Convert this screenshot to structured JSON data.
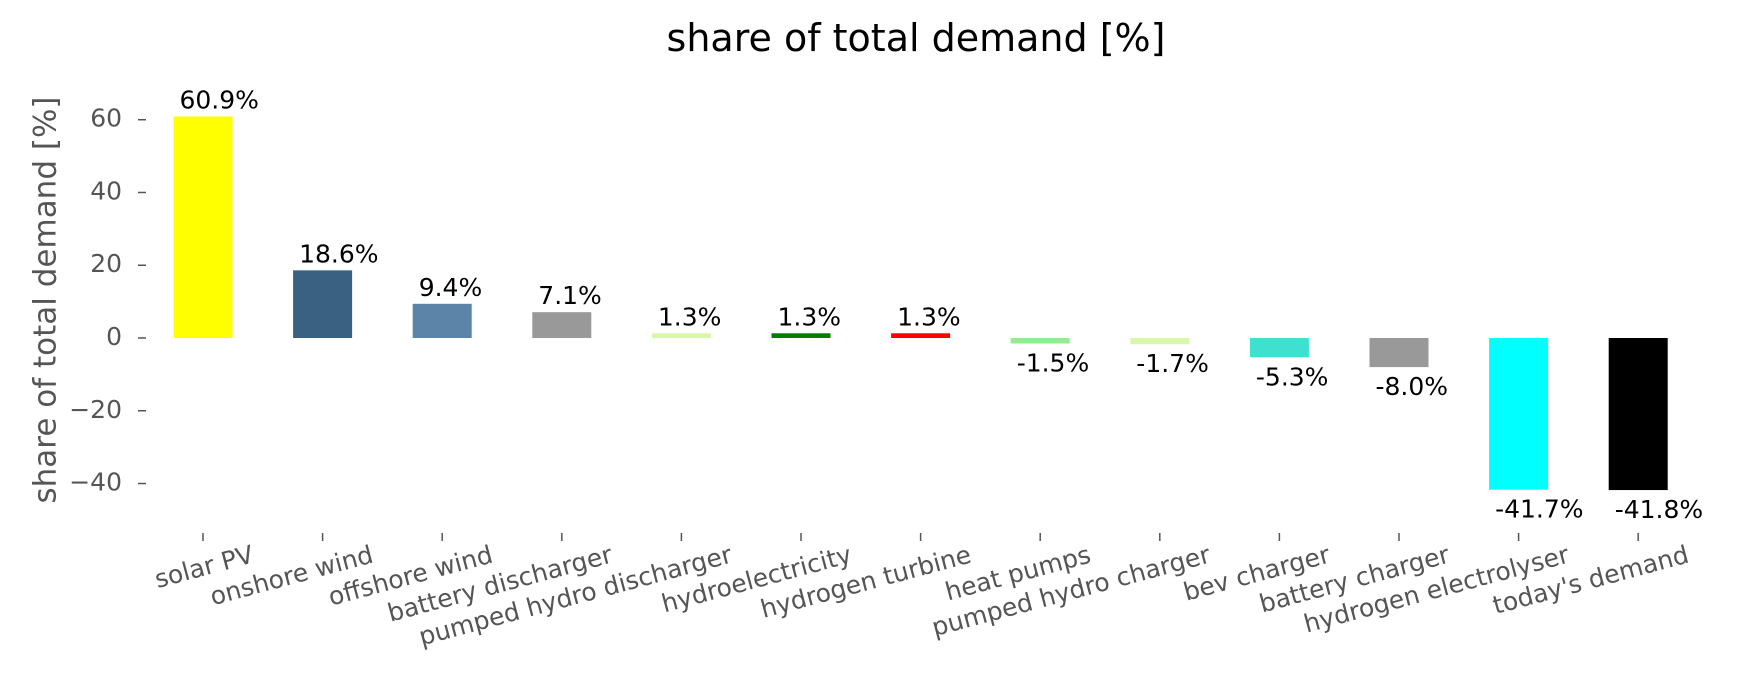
{
  "chart_data": {
    "type": "bar",
    "title": "share of total demand [%]",
    "xlabel": "",
    "ylabel": "share of total demand [%]",
    "ylim": [
      -47,
      65
    ],
    "yticks": [
      60,
      40,
      20,
      0,
      -20,
      -40
    ],
    "ytick_labels": [
      "60",
      "40",
      "20",
      "0",
      "−20",
      "−40"
    ],
    "grid": false,
    "categories": [
      "solar PV",
      "onshore wind",
      "offshore wind",
      "battery discharger",
      "pumped hydro discharger",
      "hydroelectricity",
      "hydrogen turbine",
      "heat pumps",
      "pumped hydro charger",
      "bev charger",
      "battery charger",
      "hydrogen electrolyser",
      "today's demand"
    ],
    "values": [
      60.9,
      18.6,
      9.4,
      7.1,
      1.3,
      1.3,
      1.3,
      -1.5,
      -1.7,
      -5.3,
      -8.0,
      -41.7,
      -41.8
    ],
    "value_labels": [
      "60.9%",
      "18.6%",
      "9.4%",
      "7.1%",
      "1.3%",
      "1.3%",
      "1.3%",
      "-1.5%",
      "-1.7%",
      "-5.3%",
      "-8.0%",
      "-41.7%",
      "-41.8%"
    ],
    "colors": [
      "#ffff00",
      "#3b6182",
      "#5c83a8",
      "#999999",
      "#d9f7a8",
      "#008000",
      "#ff0000",
      "#90ee90",
      "#d9f7a8",
      "#40e0d0",
      "#999999",
      "#00ffff",
      "#000000"
    ]
  }
}
